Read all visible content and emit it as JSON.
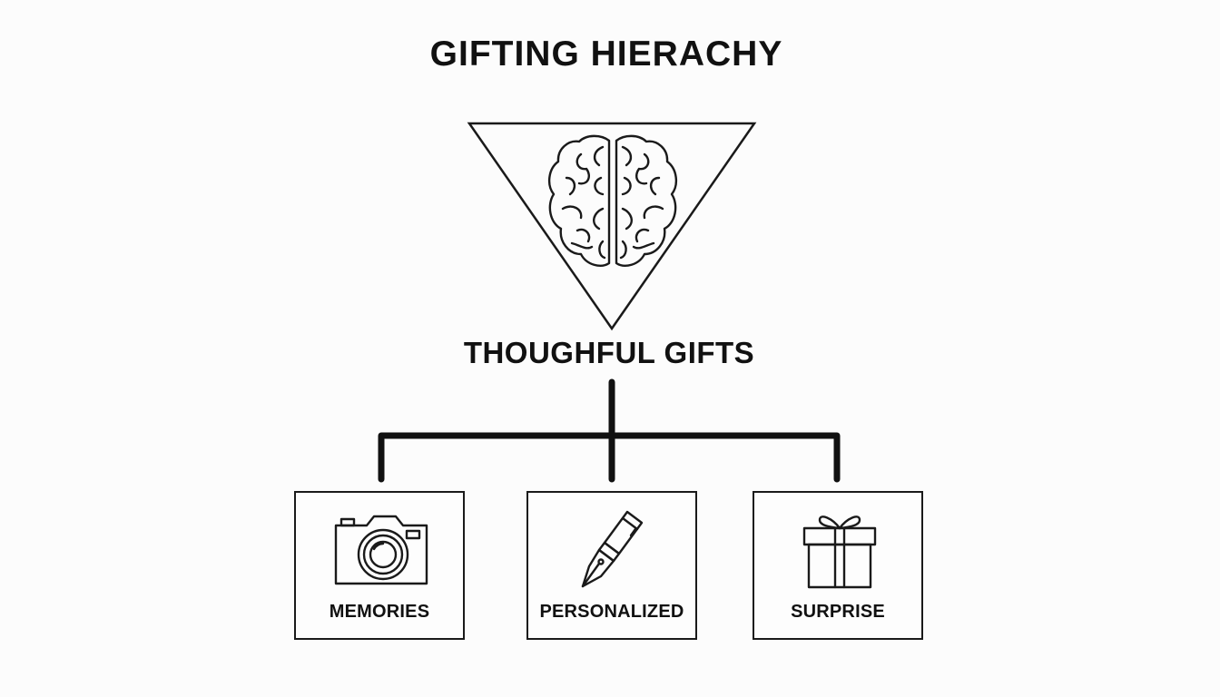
{
  "diagram": {
    "title": "GIFTING HIERACHY",
    "root": {
      "label": "THOUGHFUL GIFTS",
      "icon": "brain-icon"
    },
    "children": [
      {
        "label": "MEMORIES",
        "icon": "camera-icon"
      },
      {
        "label": "PERSONALIZED",
        "icon": "fountain-pen-icon"
      },
      {
        "label": "SURPRISE",
        "icon": "gift-box-icon"
      }
    ]
  }
}
